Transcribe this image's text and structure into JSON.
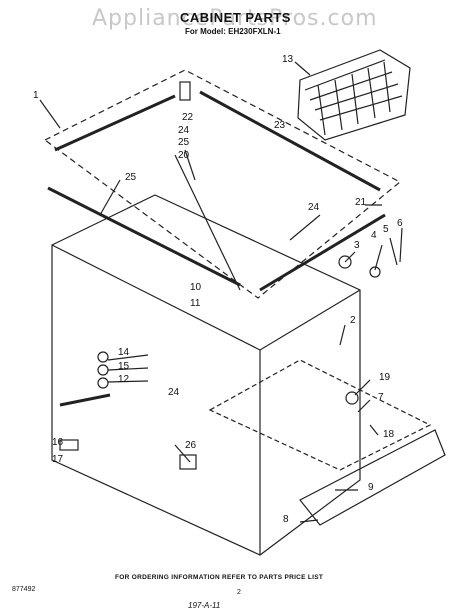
{
  "watermark": "AppliancePartsPros.com",
  "header": {
    "title": "CABINET PARTS",
    "model": "For Model: EH230FXLN-1"
  },
  "callouts": [
    "1",
    "2",
    "3",
    "4",
    "5",
    "6",
    "7",
    "8",
    "9",
    "10",
    "11",
    "12",
    "13",
    "14",
    "15",
    "16",
    "17",
    "18",
    "19",
    "20",
    "21",
    "22",
    "23",
    "24",
    "24",
    "24",
    "25",
    "25",
    "26"
  ],
  "footer": {
    "note": "FOR ORDERING INFORMATION REFER TO PARTS PRICE LIST",
    "doc_code": "877492",
    "page_number": "2",
    "date": "197-A-11"
  }
}
